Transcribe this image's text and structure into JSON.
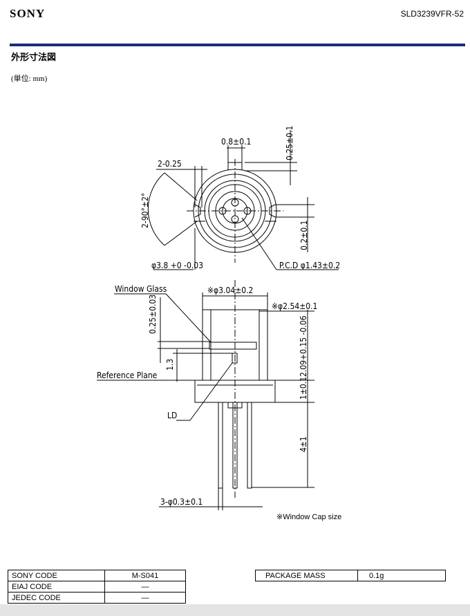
{
  "header": {
    "brand": "SONY",
    "part_number": "SLD3239VFR-52"
  },
  "section": {
    "title": "外形寸法図",
    "unit": "(単位: mm)"
  },
  "drawing": {
    "top_labels": {
      "lead_width": "0.8±0.1",
      "tab_height": "0.25±0.1",
      "notch": "2-0.25",
      "angle": "2-90°±2°",
      "tab_offset": "0.2±0.1",
      "flange_dia": "φ3.8 +0 -0.03",
      "pcd": "P.C.D φ1.43±0.2"
    },
    "side_labels": {
      "window_glass": "Window Glass",
      "cap_dia": "※φ3.04±0.2",
      "cap_top_dia": "※φ2.54±0.1",
      "glass_offset": "0.25±0.03",
      "ld_height": "1.3",
      "cap_height": "2.09+0.15 -0.06",
      "reference_plane": "Reference Plane",
      "flange_thickness": "1±0.1",
      "ld": "LD",
      "lead_length": "4±1",
      "lead_dia": "3-φ0.3±0.1"
    },
    "note": "※Window Cap size"
  },
  "codes": {
    "rows": [
      {
        "label": "SONY CODE",
        "value": "M-S041"
      },
      {
        "label": "EIAJ CODE",
        "value": "—"
      },
      {
        "label": "JEDEC CODE",
        "value": "—"
      }
    ],
    "mass_label": "PACKAGE MASS",
    "mass_value": "0.1g"
  }
}
